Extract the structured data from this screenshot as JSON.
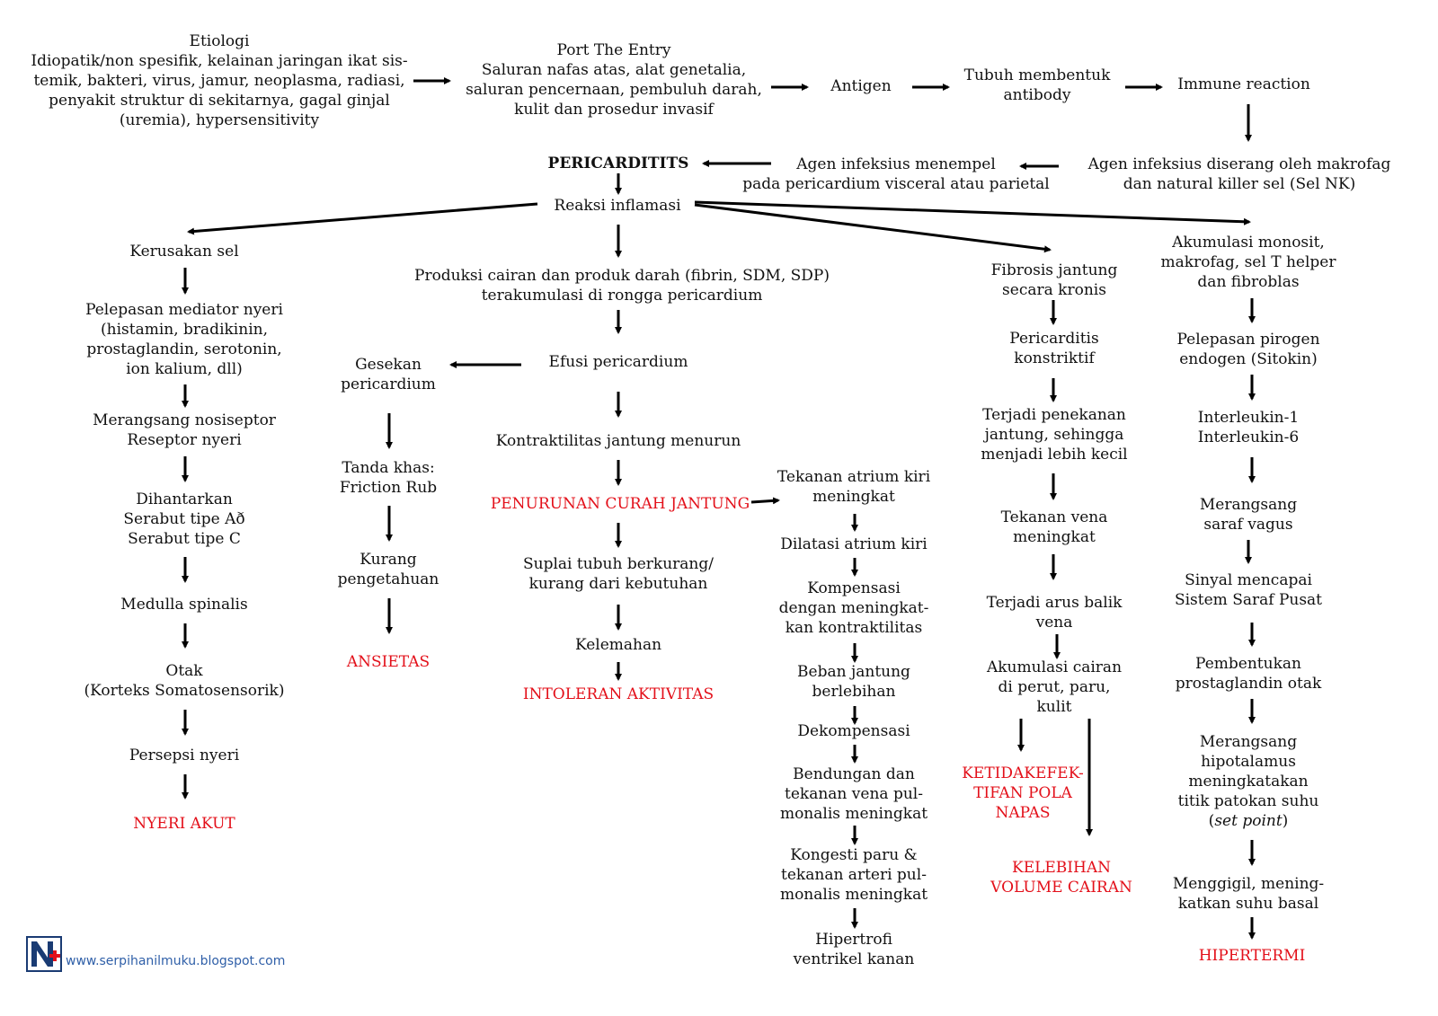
{
  "header": {
    "etiologi": "Etiologi\nIdiopatik/non spesifik, kelainan jaringan ikat sis-\ntemik, bakteri, virus, jamur, neoplasma, radiasi,\npenyakit struktur di sekitarnya, gagal ginjal\n(uremia), hypersensitivity",
    "port_entry": "Port The Entry\nSaluran nafas atas, alat genetalia,\nsaluran pencernaan, pembuluh darah,\nkulit dan prosedur invasif",
    "antigen": "Antigen",
    "antibody": "Tubuh membentuk\nantibody",
    "immune": "Immune reaction",
    "agen_serang": "Agen infeksius diserang oleh makrofag\ndan natural killer sel (Sel NK)",
    "agen_tempel": "Agen infeksius menempel\npada pericardium visceral atau parietal",
    "pericarditis": "PERICARDITITS",
    "reaksi": "Reaksi inflamasi"
  },
  "col1": {
    "n1": "Kerusakan sel",
    "n2": "Pelepasan mediator nyeri\n(histamin, bradikinin,\nprostaglandin, serotonin,\nion kalium, dll)",
    "n3": "Merangsang nosiseptor\nReseptor nyeri",
    "n4": "Dihantarkan\nSerabut tipe Að\nSerabut tipe C",
    "n5": "Medulla spinalis",
    "n6": "Otak\n(Korteks Somatosensorik)",
    "n7": "Persepsi nyeri",
    "dx": "NYERI AKUT"
  },
  "col2": {
    "produksi": "Produksi cairan dan produk darah (fibrin, SDM, SDP)\nterakumulasi di rongga pericardium",
    "efusi": "Efusi pericardium",
    "gesekan": "Gesekan\npericardium",
    "tanda": "Tanda khas:\nFriction Rub",
    "kurang": "Kurang\npengetahuan",
    "ansietas": "ANSIETAS",
    "kontraktilitas": "Kontraktilitas jantung menurun",
    "curah": "PENURUNAN CURAH JANTUNG",
    "suplai": "Suplai tubuh berkurang/\nkurang dari kebutuhan",
    "kelemahan": "Kelemahan",
    "intoleran": "INTOLERAN AKTIVITAS"
  },
  "col3": {
    "n1": "Tekanan atrium kiri\nmeningkat",
    "n2": "Dilatasi atrium kiri",
    "n3": "Kompensasi\ndengan meningkat-\nkan kontraktilitas",
    "n4": "Beban jantung\nberlebihan",
    "n5": "Dekompensasi",
    "n6": "Bendungan dan\ntekanan vena pul-\nmonalis meningkat",
    "n7": "Kongesti paru &\ntekanan arteri pul-\nmonalis meningkat",
    "n8": "Hipertrofi\nventrikel kanan"
  },
  "col4": {
    "n1": "Fibrosis jantung\nsecara kronis",
    "n2": "Pericarditis\nkonstriktif",
    "n3": "Terjadi penekanan\njantung, sehingga\nmenjadi lebih kecil",
    "n4": "Tekanan vena\nmeningkat",
    "n5": "Terjadi arus balik\nvena",
    "n6": "Akumulasi cairan\ndi perut, paru,\nkulit",
    "dx1": "KETIDAKEFEK-\nTIFAN POLA\nNAPAS",
    "dx2": "KELEBIHAN\nVOLUME CAIRAN"
  },
  "col5": {
    "n1": "Akumulasi monosit,\nmakrofag, sel T helper\ndan fibroblas",
    "n2": "Pelepasan pirogen\nendogen (Sitokin)",
    "n3": "Interleukin-1\nInterleukin-6",
    "n4": "Merangsang\nsaraf vagus",
    "n5": "Sinyal mencapai\nSistem Saraf Pusat",
    "n6": "Pembentukan\nprostaglandin otak",
    "n7a": "Merangsang\nhipotalamus\nmeningkatakan\ntitik patokan suhu\n(",
    "n7b": "set point",
    "n7c": ")",
    "n8": "Menggigil, mening-\nkatkan suhu basal",
    "dx": "HIPERTERMI"
  },
  "footer": {
    "url": "www.serpihanilmuku.blogspot.com"
  },
  "colors": {
    "diagnosis": "#e3101a",
    "link": "#2f5fa8"
  }
}
